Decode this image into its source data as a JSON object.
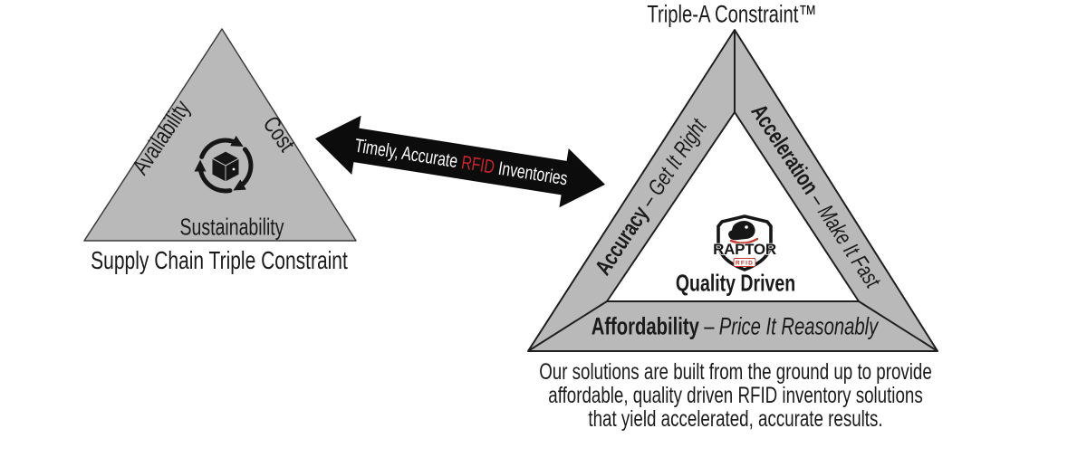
{
  "colors": {
    "triangle_fill": "#b9b9b9",
    "triangle_stroke": "#3c3c3c",
    "frame_stroke": "#1f1f1f",
    "arrow_fill": "#0c0c0c",
    "arrow_highlight_red": "#c9252b",
    "logo_red": "#c5352b",
    "text": "#1a1a1a"
  },
  "left_diagram": {
    "caption": "Supply Chain Triple Constraint",
    "side_left": "Availability",
    "side_right": "Cost",
    "side_bottom": "Sustainability",
    "icon": "package-cycle-icon"
  },
  "connector_arrow": {
    "text_before": "Timely, Accurate",
    "text_highlight": "RFID",
    "text_after": "Inventories"
  },
  "right_diagram": {
    "title": "Triple-A Constraint™",
    "left_side": {
      "term": "Accuracy",
      "dash": "–",
      "tagline": "Get It Right"
    },
    "right_side": {
      "term": "Acceleration",
      "dash": "–",
      "tagline": "Make It Fast"
    },
    "bottom_side": {
      "term": "Affordability",
      "dash": "–",
      "tagline": "Price It Reasonably"
    },
    "logo": {
      "brand": "RAPTOR",
      "sub": "RFID"
    },
    "motto": "Quality Driven"
  },
  "footer": {
    "line1": "Our solutions are built from the ground up to provide",
    "line2": "affordable, quality driven RFID inventory solutions",
    "line3": "that yield accelerated, accurate results."
  }
}
